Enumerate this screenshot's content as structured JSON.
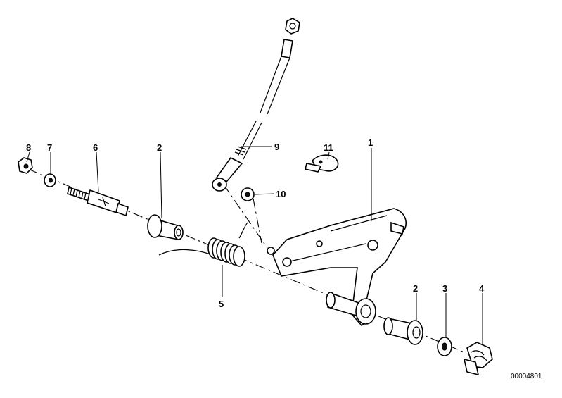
{
  "diagram": {
    "callouts": {
      "p1": "1",
      "p2a": "2",
      "p2b": "2",
      "p3": "3",
      "p4": "4",
      "p5": "5",
      "p6": "6",
      "p7": "7",
      "p8": "8",
      "p9": "9",
      "p10": "10",
      "p11": "11"
    },
    "reference_number": "00004801"
  }
}
